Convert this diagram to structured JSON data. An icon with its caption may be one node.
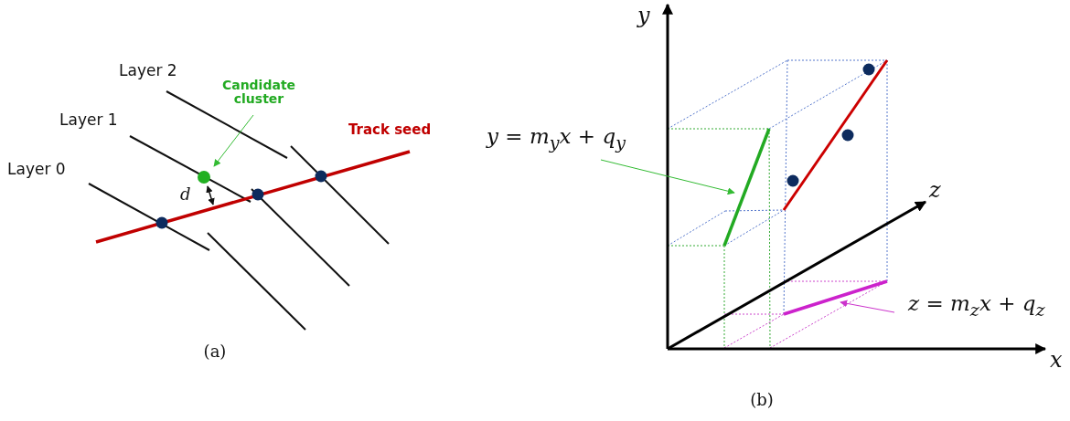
{
  "diagram": {
    "nodes": [
      {
        "text": [
          "Candidate cluster"
        ]
      },
      {
        "text": [],
        "shape": "circle"
      },
      {
        "text": [
          "y = m$_{y}$x + q$_{y}$"
        ]
      },
      {
        "text": [],
        "shape": "line"
      },
      {
        "text": [
          "z = m$_{z}$x + q$_{z}$"
        ]
      },
      {
        "text": [],
        "shape": "line"
      }
    ],
    "edges": [
      {
        "from": 0,
        "to": 1,
        "arrow": "to",
        "color": "#33bb33"
      },
      {
        "from": 2,
        "to": 3,
        "arrow": "to",
        "color": "#33bb33"
      },
      {
        "from": 4,
        "to": 5,
        "arrow": "to",
        "color": "#cc33cc"
      }
    ],
    "labels": [
      "Layer 2",
      "Layer 1",
      "Layer 0",
      "Track seed",
      "d",
      "(a)",
      "y",
      "z",
      "x",
      "(b)"
    ]
  }
}
